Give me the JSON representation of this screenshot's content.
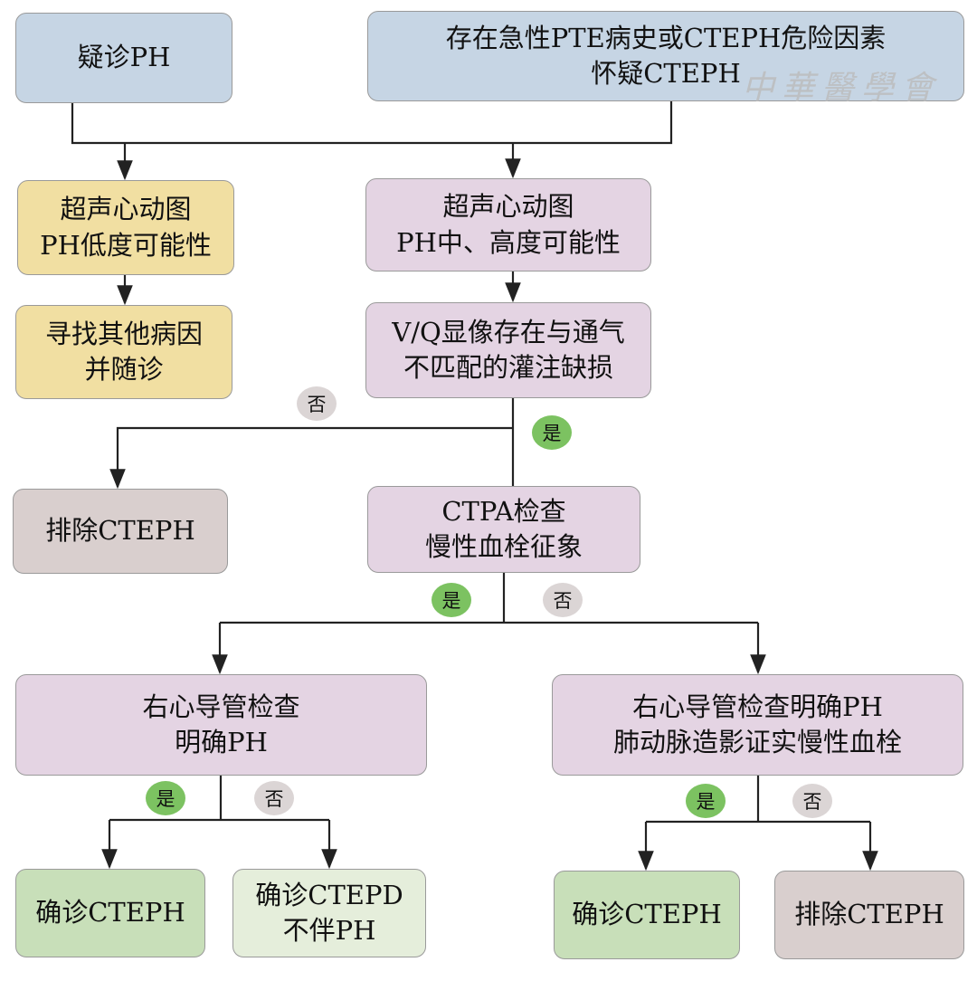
{
  "nodes": {
    "suspect_ph": "疑诊PH",
    "cteph_risk": "存在急性PTE病史或CTEPH危险因素\n怀疑CTEPH",
    "echo_low": "超声心动图\nPH低度可能性",
    "echo_mid_high": "超声心动图\nPH中、高度可能性",
    "other_causes": "寻找其他病因\n并随诊",
    "vq_scan": "V/Q显像存在与通气\n不匹配的灌注缺损",
    "exclude_1": "排除CTEPH",
    "ctpa": "CTPA检查\n慢性血栓征象",
    "rhc_ph": "右心导管检查\n明确PH",
    "rhc_angio": "右心导管检查明确PH\n肺动脉造影证实慢性血栓",
    "confirm_1": "确诊CTEPH",
    "ctepd": "确诊CTEPD\n不伴PH",
    "confirm_2": "确诊CTEPH",
    "exclude_2": "排除CTEPH"
  },
  "labels": {
    "yes": "是",
    "no": "否"
  },
  "watermark": "中華醫學會",
  "colors": {
    "blue": "#c6d5e4",
    "yellow": "#f1dfa2",
    "purple": "#e4d4e3",
    "gray": "#d9cfce",
    "green": "#c8dfb9",
    "light_green": "#e5eedb",
    "yes_badge": "#7cc261",
    "no_badge": "#dbd5d5"
  }
}
